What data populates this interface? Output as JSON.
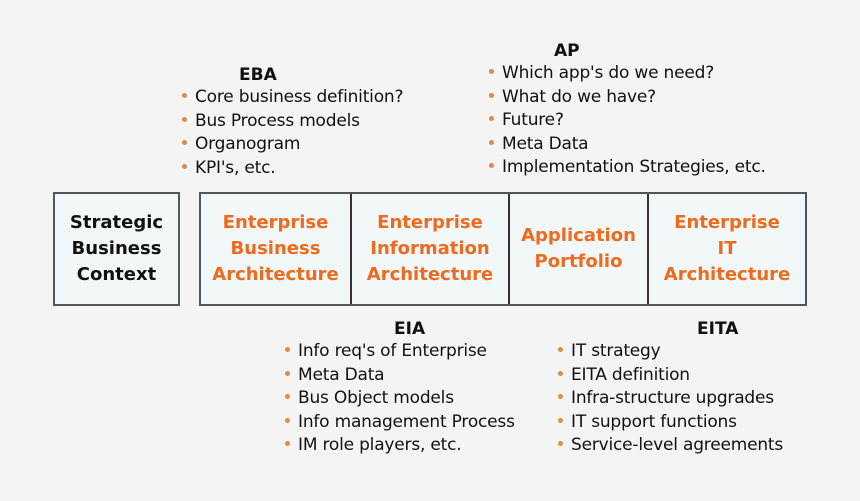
{
  "colors": {
    "background": "#f4f4f4",
    "box_fill": "#f2f8f9",
    "box_border": "#555555",
    "architecture_text": "#ee6a1c",
    "bullet": "#e08a4a",
    "text": "#111111"
  },
  "context_box": {
    "label": "Strategic\nBusiness\nContext"
  },
  "architecture_cells": [
    {
      "label": "Enterprise\nBusiness\nArchitecture"
    },
    {
      "label": "Enterprise\nInformation\nArchitecture"
    },
    {
      "label": "Application\nPortfolio"
    },
    {
      "label": "Enterprise\nIT\nArchitecture"
    }
  ],
  "groups": {
    "eba": {
      "title": "EBA",
      "items": [
        "Core business definition?",
        "Bus Process models",
        "Organogram",
        "KPI's, etc."
      ]
    },
    "ap": {
      "title": "AP",
      "items": [
        "Which app's do we need?",
        "What do we have?",
        "Future?",
        "Meta Data",
        "Implementation Strategies, etc."
      ]
    },
    "eia": {
      "title": "EIA",
      "items": [
        "Info req's of Enterprise",
        "Meta Data",
        "Bus Object models",
        "Info management Process",
        "IM role players, etc."
      ]
    },
    "eita": {
      "title": "EITA",
      "items": [
        "IT strategy",
        "EITA definition",
        "Infra-structure upgrades",
        "IT support functions",
        "Service-level agreements"
      ]
    }
  }
}
